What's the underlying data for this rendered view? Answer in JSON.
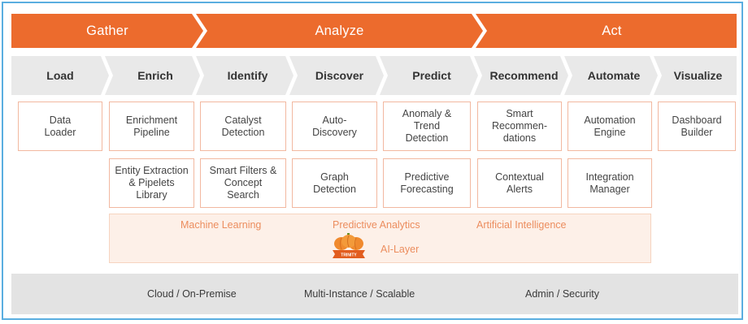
{
  "colors": {
    "phase_orange": "#ec6b2d",
    "step_gray": "#e9e9e9",
    "box_border": "#f2b8a0",
    "ai_text": "#ec8d5e",
    "frame_border": "#5aaee0"
  },
  "phases": [
    {
      "label": "Gather"
    },
    {
      "label": "Analyze"
    },
    {
      "label": "Act"
    }
  ],
  "steps": [
    {
      "label": "Load"
    },
    {
      "label": "Enrich"
    },
    {
      "label": "Identify"
    },
    {
      "label": "Discover"
    },
    {
      "label": "Predict"
    },
    {
      "label": "Recommend"
    },
    {
      "label": "Automate"
    },
    {
      "label": "Visualize"
    }
  ],
  "components": {
    "load": [
      "Data\nLoader"
    ],
    "enrich": [
      "Enrichment\nPipeline",
      "Entity Extraction\n& Pipelets\nLibrary"
    ],
    "identify": [
      "Catalyst\nDetection",
      "Smart Filters &\nConcept\nSearch"
    ],
    "discover": [
      "Auto-\nDiscovery",
      "Graph\nDetection"
    ],
    "predict": [
      "Anomaly &\nTrend\nDetection",
      "Predictive\nForecasting"
    ],
    "recommend": [
      "Smart\nRecommen-\ndations",
      "Contextual\nAlerts"
    ],
    "automate": [
      "Automation\nEngine",
      "Integration\nManager"
    ],
    "visualize": [
      "Dashboard\nBuilder"
    ]
  },
  "ai_layer": {
    "items": [
      "Machine Learning",
      "Predictive Analytics",
      "Artificial Intelligence"
    ],
    "label": "AI-Layer",
    "logo_text": "TRINITY",
    "logo_icon": "trinity-pumpkin-logo"
  },
  "infrastructure": [
    "Cloud / On-Premise",
    "Multi-Instance / Scalable",
    "Admin / Security"
  ]
}
